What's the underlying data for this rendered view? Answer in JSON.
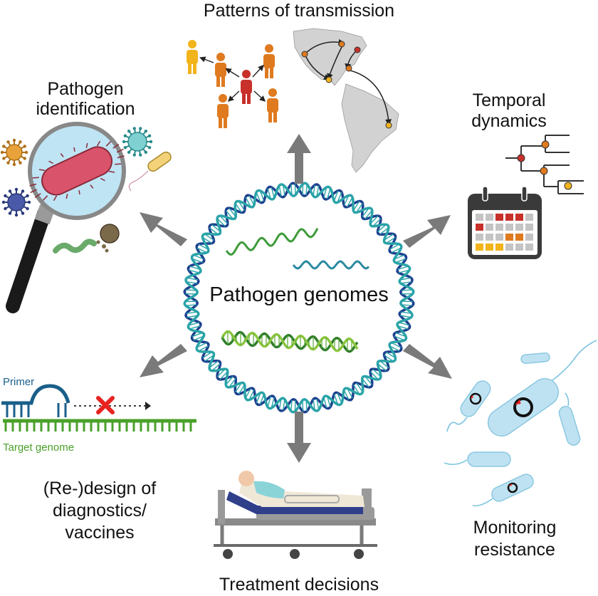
{
  "center": {
    "title": "Pathogen genomes"
  },
  "labels": {
    "transmission": "Patterns of transmission",
    "identification_1": "Pathogen",
    "identification_2": "identification",
    "temporal_1": "Temporal",
    "temporal_2": "dynamics",
    "design_1": "(Re-)design of",
    "design_2": "diagnostics/",
    "design_3": "vaccines",
    "resistance_1": "Monitoring",
    "resistance_2": "resistance",
    "treatment": "Treatment decisions",
    "primer": "Primer",
    "target_genome": "Target genome"
  },
  "colors": {
    "arrow": "#7a7a7a",
    "dna_dark": "#1d3f8f",
    "dna_teal": "#2aa3a8",
    "dna_green": "#3f9b3a",
    "person_red": "#c8302a",
    "person_orange": "#e07a1f",
    "person_yellow": "#f2b41b",
    "bacteria_blue": "#bfe2f2",
    "primer_blue": "#1a5f8a",
    "genome_green": "#4aa02a",
    "cross_red": "#e8231f"
  }
}
